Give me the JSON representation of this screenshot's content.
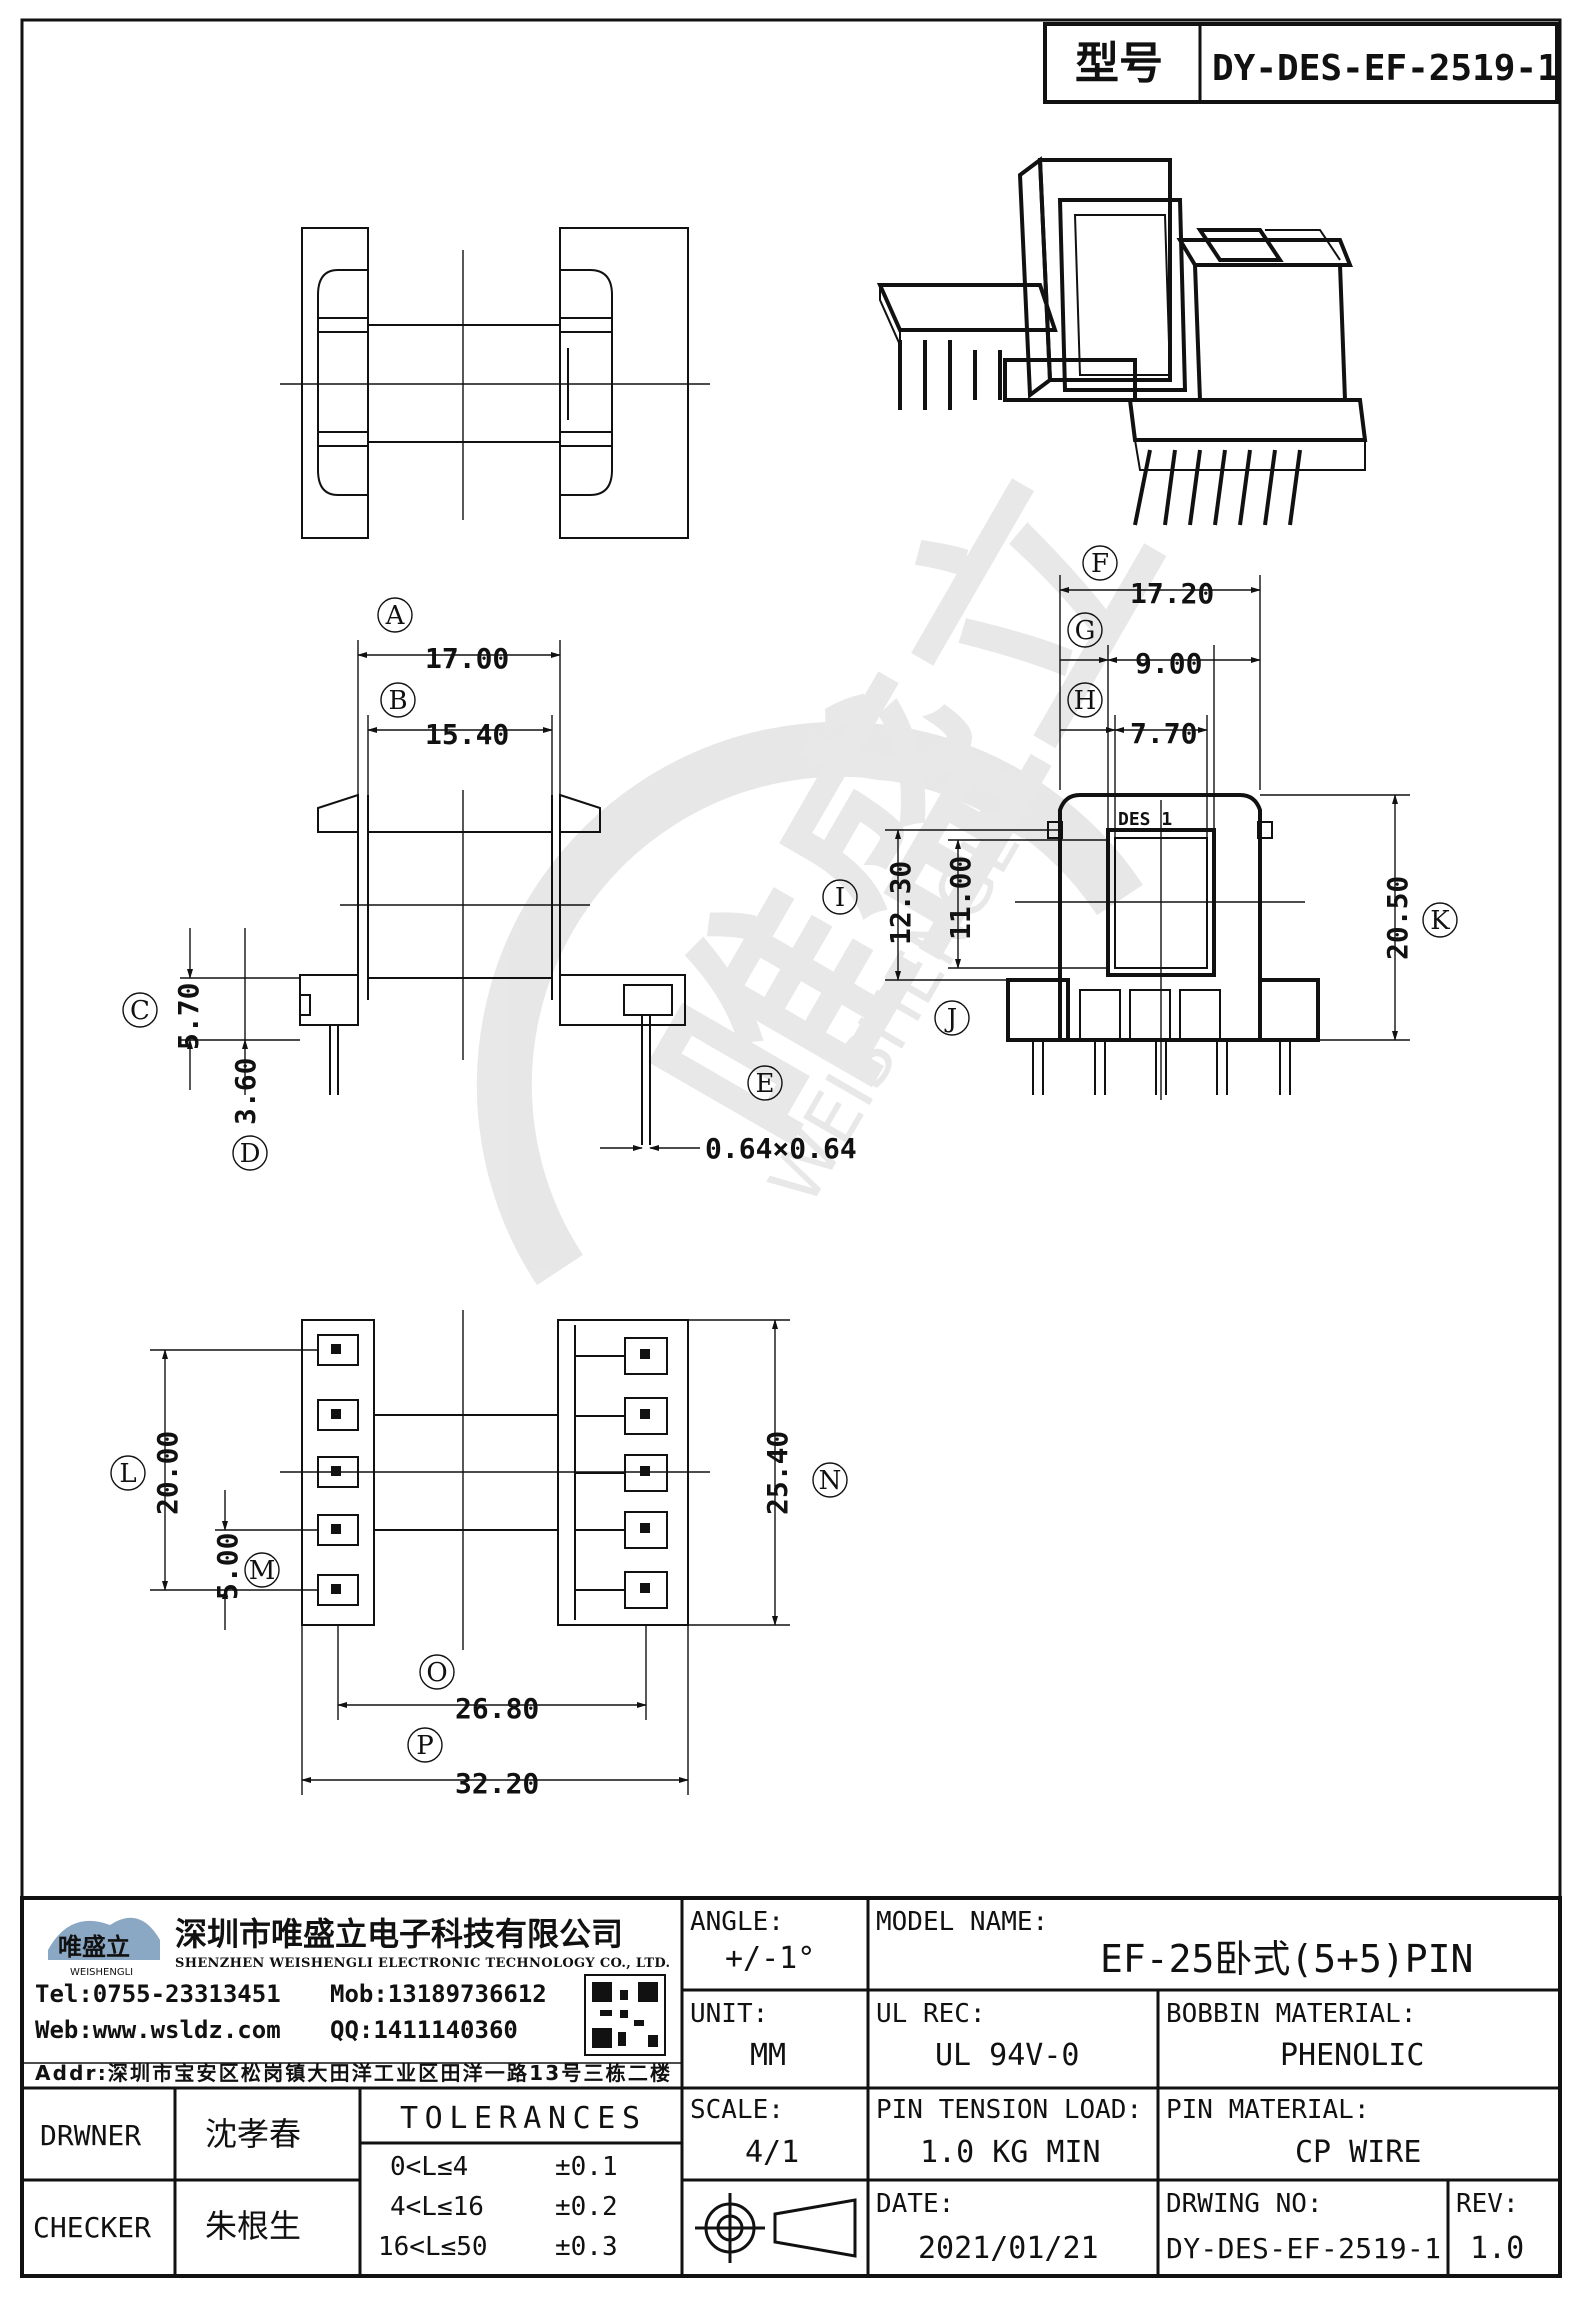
{
  "header": {
    "model_label": "型号",
    "model_code": "DY-DES-EF-2519-1"
  },
  "bobbin_marking": "DES 1",
  "watermark": {
    "brand": "唯盛立",
    "pinyin": "WEISHENGLI"
  },
  "dimensions": {
    "A": {
      "letter": "A",
      "value": "17.00"
    },
    "B": {
      "letter": "B",
      "value": "15.40"
    },
    "C": {
      "letter": "C",
      "value": "5.70"
    },
    "D": {
      "letter": "D",
      "value": "3.60"
    },
    "E": {
      "letter": "E",
      "value": "0.64×0.64"
    },
    "F": {
      "letter": "F",
      "value": "17.20"
    },
    "G": {
      "letter": "G",
      "value": "9.00"
    },
    "H": {
      "letter": "H",
      "value": "7.70"
    },
    "I": {
      "letter": "I",
      "value": "12.30"
    },
    "J": {
      "letter": "J",
      "value": "11.00"
    },
    "K": {
      "letter": "K",
      "value": "20.50"
    },
    "L": {
      "letter": "L",
      "value": "20.00"
    },
    "M": {
      "letter": "M",
      "value": "5.00"
    },
    "N": {
      "letter": "N",
      "value": "25.40"
    },
    "O": {
      "letter": "O",
      "value": "26.80"
    },
    "P": {
      "letter": "P",
      "value": "32.20"
    }
  },
  "company": {
    "name_cn": "深圳市唯盛立电子科技有限公司",
    "name_en": "SHENZHEN WEISHENGLI ELECTRONIC TECHNOLOGY CO., LTD.",
    "logo_text": "唯盛立",
    "logo_sub": "WEISHENGLI",
    "tel": "Tel:0755-23313451",
    "mob": "Mob:13189736612",
    "web": "Web:www.wsldz.com",
    "qq": "QQ:1411140360",
    "addr": "Addr:深圳市宝安区松岗镇大田洋工业区田洋一路13号三栋二楼"
  },
  "title_block": {
    "angle_label": "ANGLE:",
    "angle_value": "+/-1°",
    "model_name_label": "MODEL NAME:",
    "model_name_value": "EF-25卧式(5+5)PIN",
    "unit_label": "UNIT:",
    "unit_value": "MM",
    "ul_label": "UL REC:",
    "ul_value": "UL 94V-0",
    "bobbin_label": "BOBBIN MATERIAL:",
    "bobbin_value": "PHENOLIC",
    "scale_label": "SCALE:",
    "scale_value": "4/1",
    "pin_tension_label": "PIN TENSION LOAD:",
    "pin_tension_value": "1.0 KG MIN",
    "pin_material_label": "PIN MATERIAL:",
    "pin_material_value": "CP WIRE",
    "date_label": "DATE:",
    "date_value": "2021/01/21",
    "drawing_no_label": "DRWING NO:",
    "drawing_no_value": "DY-DES-EF-2519-1",
    "rev_label": "REV:",
    "rev_value": "1.0",
    "drawer_label": "DRWNER",
    "drawer_name": "沈孝春",
    "checker_label": "CHECKER",
    "checker_name": "朱根生",
    "tolerances_label": "TOLERANCES",
    "tolerances": [
      {
        "range": "0<L≤4",
        "value": "±0.1"
      },
      {
        "range": "4<L≤16",
        "value": "±0.2"
      },
      {
        "range": "16<L≤50",
        "value": "±0.3"
      }
    ]
  }
}
